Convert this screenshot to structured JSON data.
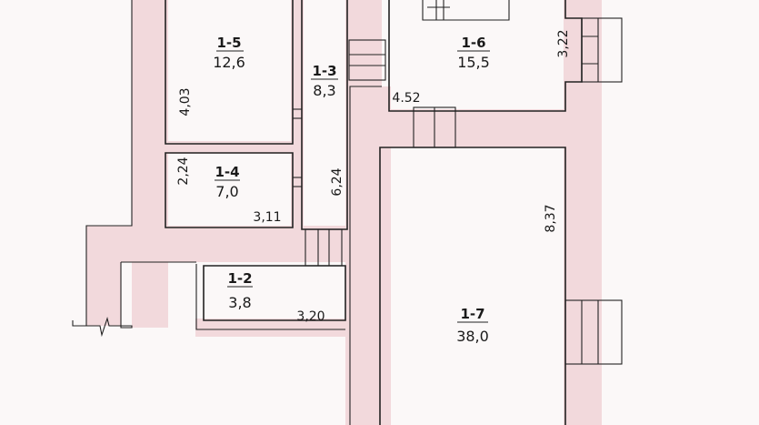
{
  "rooms": [
    {
      "id": "1-5",
      "area": "12,6"
    },
    {
      "id": "1-3",
      "area": "8,3"
    },
    {
      "id": "1-6",
      "area": "15,5"
    },
    {
      "id": "1-4",
      "area": "7,0"
    },
    {
      "id": "1-2",
      "area": "3,8"
    },
    {
      "id": "1-7",
      "area": "38,0"
    }
  ],
  "dimensions": {
    "d_1_5_height": "4,03",
    "d_1_6_height": "3,22",
    "d_1_6_width": "4.52",
    "d_1_4_height": "2,24",
    "d_1_4_width": "3,11",
    "d_1_3_height": "6,24",
    "d_1_7_height": "8,37",
    "d_1_2_width": "3,20"
  },
  "colors": {
    "wall_fill": "#f2d9dc",
    "line": "#222222",
    "background": "#fbf8f8"
  }
}
